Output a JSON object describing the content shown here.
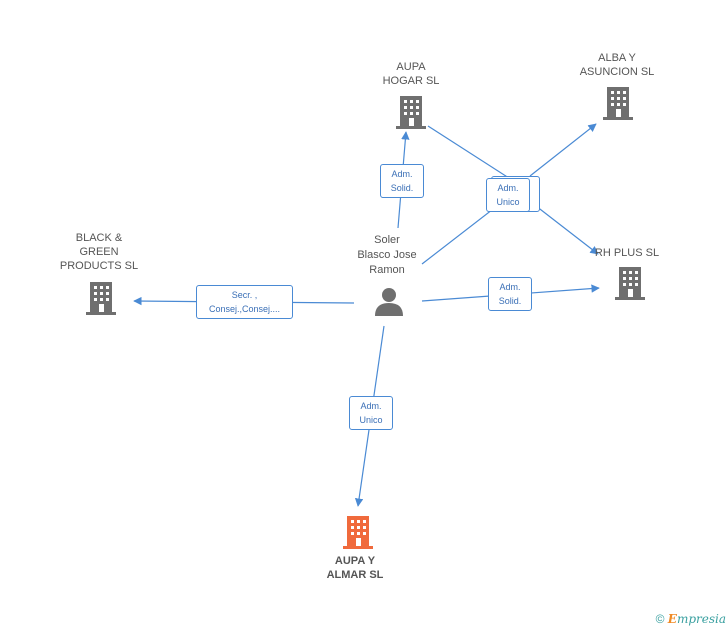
{
  "colors": {
    "edge": "#4a8ad4",
    "building": "#6f6f6f",
    "main_building": "#f06a3c",
    "text": "#555555",
    "rel_text": "#3a6fb6"
  },
  "person": {
    "name": "Soler\nBlasco Jose\nRamon",
    "icon": "person-icon"
  },
  "companies": {
    "aupa_hogar": "AUPA\nHOGAR SL",
    "alba": "ALBA Y\nASUNCION SL",
    "black_green": "BLACK &\nGREEN\nPRODUCTS SL",
    "rh_plus": "RH PLUS SL",
    "aupa_almar": "AUPA Y\nALMAR SL"
  },
  "relations": {
    "aupa_hogar": "Adm.\nSolid.",
    "alba_rh": "Adm.\nUnico",
    "rh_plus": "Adm.\nSolid.",
    "black_green": "Secr. ,\nConsej.,Consej....",
    "aupa_almar": "Adm.\nUnico"
  },
  "footer": {
    "copyright": "©",
    "brand_initial": "E",
    "brand_rest": "mpresia"
  }
}
